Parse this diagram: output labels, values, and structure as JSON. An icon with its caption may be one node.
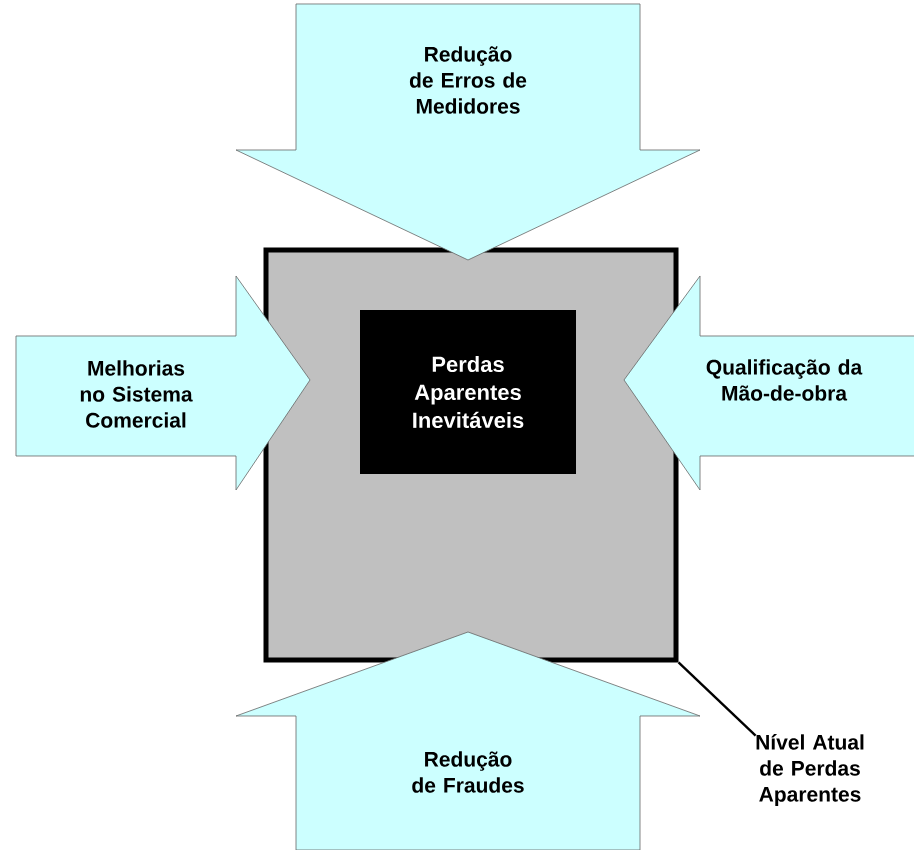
{
  "diagram": {
    "nodes": [
      {
        "text": [
          "Redução de Erros de Medidores"
        ]
      },
      {
        "text": [],
        "shape": "box"
      },
      {
        "text": [
          "Perdas Aparentes Inevitáveis"
        ],
        "in": 1
      },
      {
        "text": [
          "Melhorias no Sistema Comercial"
        ]
      },
      {
        "text": [
          "Qualificação da Mão-de-obra"
        ]
      },
      {
        "text": [
          "Redução de Fraudes"
        ]
      },
      {
        "text": [
          "Nível Atual de Perdas Aparentes"
        ]
      }
    ],
    "edges": [
      {
        "from": 6,
        "to": 1,
        "arrow": "none"
      }
    ]
  }
}
